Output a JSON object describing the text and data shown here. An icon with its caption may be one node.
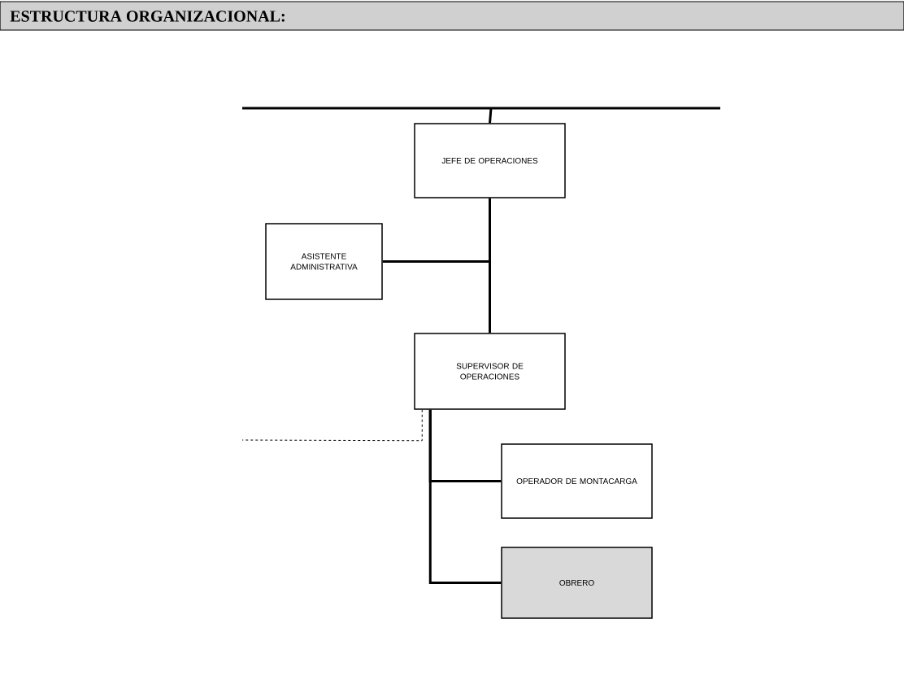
{
  "diagram": {
    "title": "ESTRUCTURA ORGANIZACIONAL:",
    "nodes": [
      {
        "text": [
          "JEFE DE OPERACIONES"
        ]
      },
      {
        "text": [
          "ASISTENTE ADMINISTRATIVA"
        ]
      },
      {
        "text": [
          "SUPERVISOR DE OPERACIONES"
        ]
      },
      {
        "text": [
          "OPERADOR DE MONTACARGA"
        ]
      },
      {
        "text": [
          "OBRERO"
        ]
      }
    ],
    "edges": [
      {
        "from": null,
        "to": 0,
        "arrow": "none"
      },
      {
        "from": 0,
        "to": 1,
        "arrow": "none"
      },
      {
        "from": 0,
        "to": 2,
        "arrow": "none"
      },
      {
        "from": 2,
        "to": null,
        "arrow": "none",
        "style": "dashed"
      },
      {
        "from": 2,
        "to": 3,
        "arrow": "none"
      },
      {
        "from": 2,
        "to": 4,
        "arrow": "none"
      }
    ]
  }
}
